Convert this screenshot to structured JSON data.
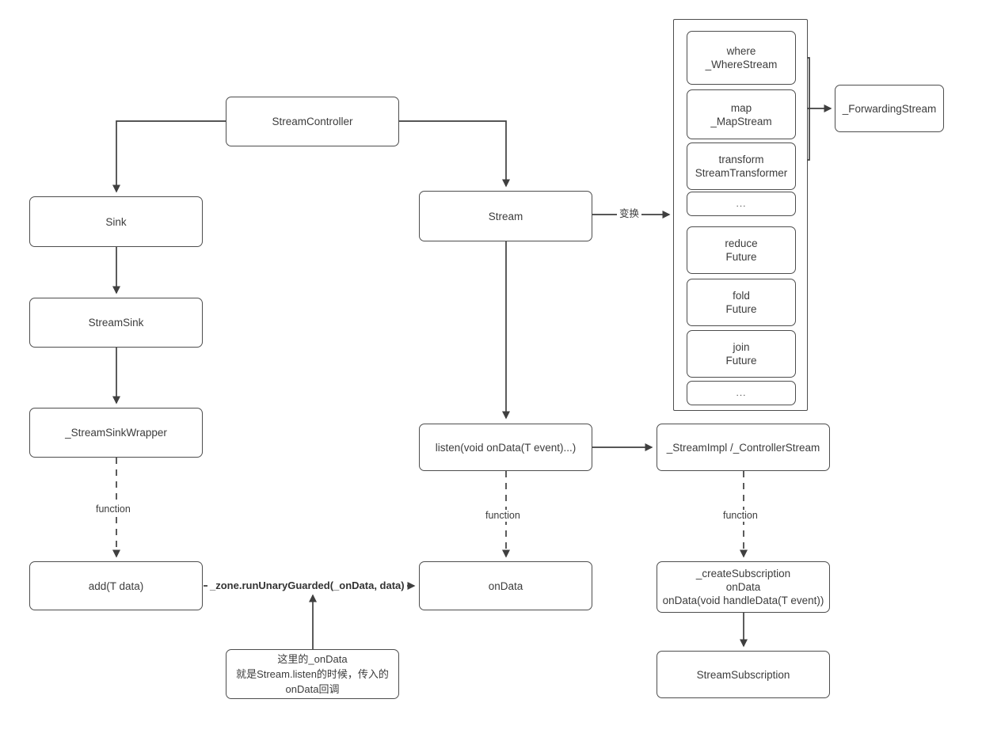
{
  "diagram": {
    "title": "Dart Stream architecture flow",
    "stroke_color": "#4d4d4d",
    "text_color": "#3c3c3c",
    "background": "#ffffff"
  },
  "nodes": {
    "stream_controller": "StreamController",
    "sink": "Sink",
    "stream_sink": "StreamSink",
    "stream_sink_wrapper": "_StreamSinkWrapper",
    "add_t_data": "add(T data)",
    "stream": "Stream",
    "listen": "listen(void onData(T event)...)",
    "on_data": "onData",
    "stream_impl": "_StreamImpl /_ControllerStream",
    "create_subscription": "_createSubscription\nonData\nonData(void handleData(T event))",
    "stream_subscription": "StreamSubscription",
    "forwarding_stream": "_ForwardingStream",
    "note_on_data": "这里的_onData\n就是Stream.listen的时候，传入的\nonData回调"
  },
  "transform_group": {
    "items": [
      {
        "label": "where\n_WhereStream"
      },
      {
        "label": "map\n_MapStream"
      },
      {
        "label": "transform\nStreamTransformer"
      },
      {
        "label": "..."
      },
      {
        "label": "reduce\nFuture"
      },
      {
        "label": "fold\nFuture"
      },
      {
        "label": "join\nFuture"
      },
      {
        "label": "..."
      }
    ]
  },
  "edge_labels": {
    "transform_cn": "变换",
    "function_left": "function",
    "function_center": "function",
    "function_right": "function",
    "zone_run_unary": "_zone.runUnaryGuarded(_onData, data)"
  }
}
